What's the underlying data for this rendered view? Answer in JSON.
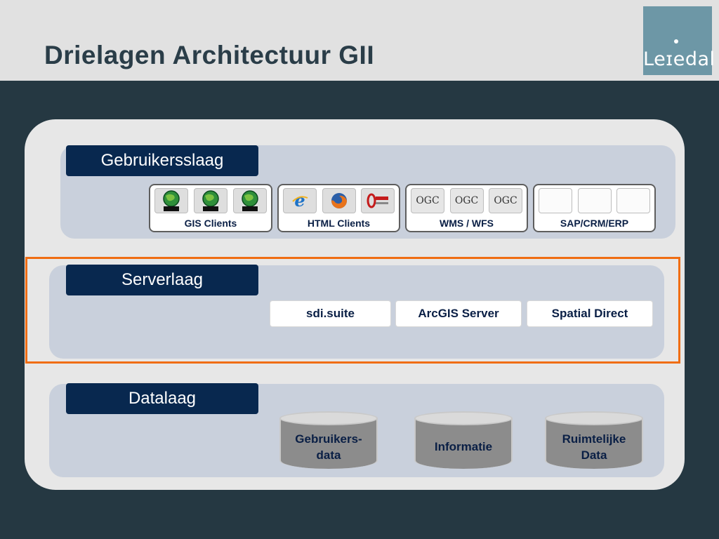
{
  "slide": {
    "title": "Drielagen Architectuur GII",
    "logo_text": "Leɪedal"
  },
  "layers": {
    "user": {
      "label": "Gebruikersslaag"
    },
    "server": {
      "label": "Serverlaag"
    },
    "data": {
      "label": "Datalaag"
    }
  },
  "clients": [
    {
      "caption": "GIS Clients",
      "icons": [
        "esri-globe-icon",
        "esri-globe-icon",
        "esri-globe-icon"
      ]
    },
    {
      "caption": "HTML Clients",
      "icons": [
        "internet-explorer-icon",
        "firefox-icon",
        "opera-icon"
      ]
    },
    {
      "caption": "WMS / WFS",
      "icons": [
        "ogc-icon",
        "ogc-icon",
        "ogc-icon"
      ],
      "icon_text": "OGC"
    },
    {
      "caption": "SAP/CRM/ERP",
      "icons": [
        "blank-icon",
        "blank-icon",
        "blank-icon"
      ]
    }
  ],
  "servers": [
    "sdi.suite",
    "ArcGIS Server",
    "Spatial Direct"
  ],
  "databases": [
    {
      "line1": "Gebruikers-",
      "line2": "data"
    },
    {
      "line1": "Informatie",
      "line2": ""
    },
    {
      "line1": "Ruimtelijke",
      "line2": "Data"
    }
  ],
  "colors": {
    "background": "#253842",
    "header": "#e1e1e1",
    "label_bg": "#08284f",
    "highlight": "#f06d13",
    "layer_bg": "#c9d0dc"
  }
}
